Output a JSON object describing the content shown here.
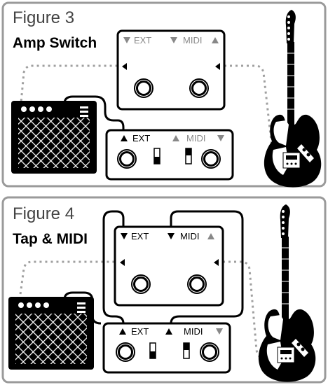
{
  "figures": [
    {
      "title": "Figure 3",
      "subtitle": "Amp Switch",
      "top_unit": {
        "ext_label": "EXT",
        "midi_label": "MIDI"
      },
      "bottom_unit": {
        "ext_label": "EXT",
        "midi_label": "MIDI"
      }
    },
    {
      "title": "Figure 4",
      "subtitle": "Tap & MIDI",
      "top_unit": {
        "ext_label": "EXT",
        "midi_label": "MIDI"
      },
      "bottom_unit": {
        "ext_label": "EXT",
        "midi_label": "MIDI"
      }
    }
  ],
  "colors": {
    "panel_border": "#9a9a9a",
    "line": "#000000",
    "grey_label": "#888888",
    "dotted_cable": "#a0a0a0"
  }
}
